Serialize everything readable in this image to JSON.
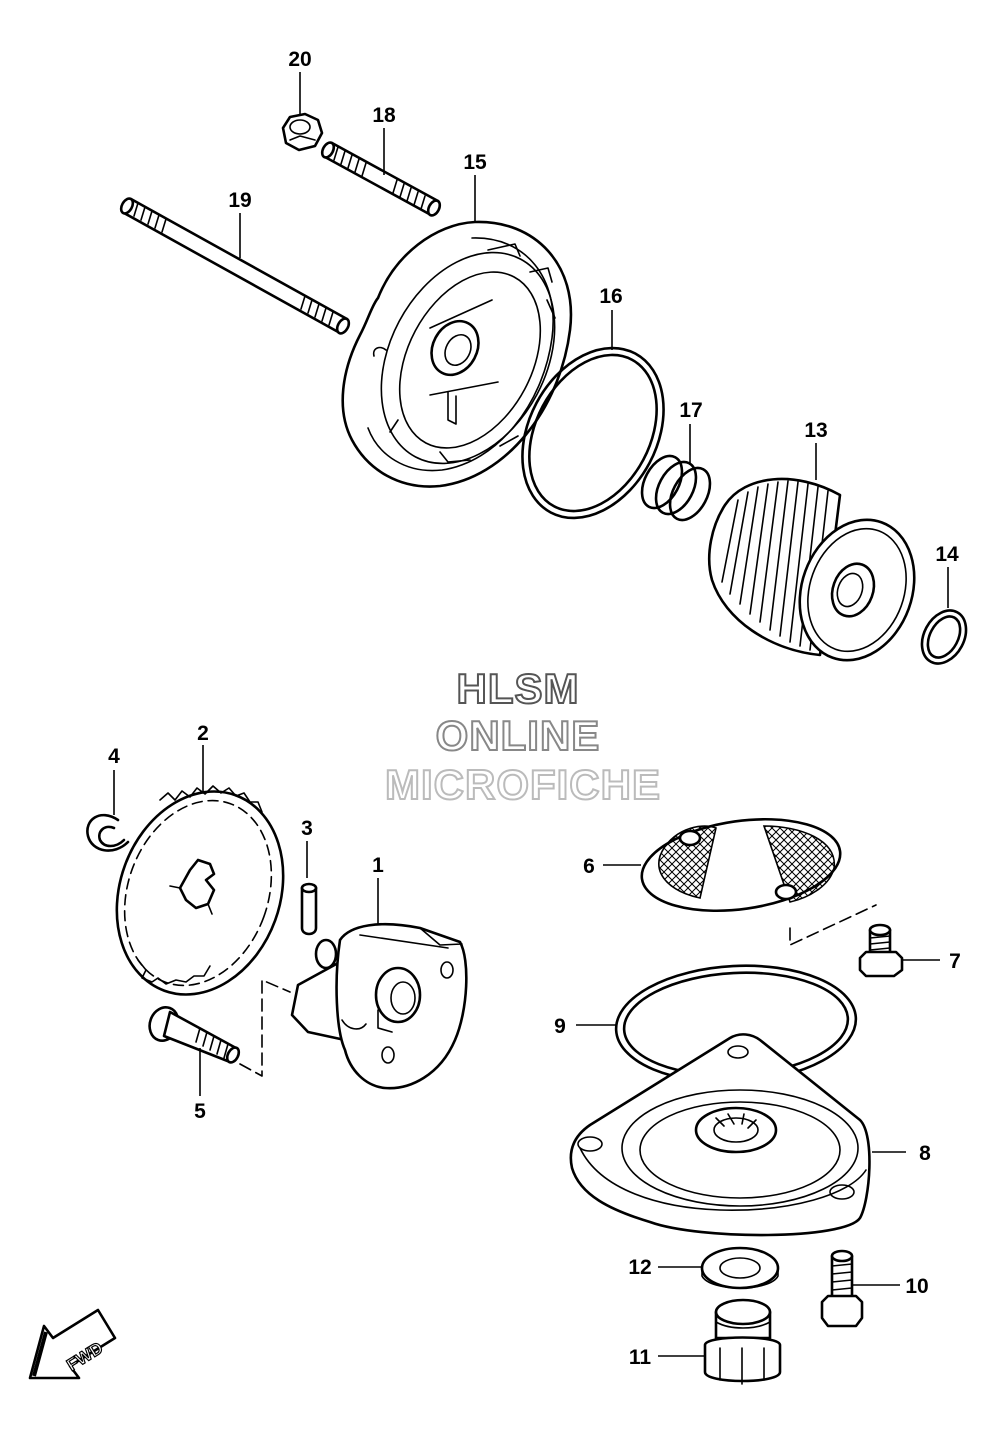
{
  "watermark": {
    "line1": "HLSM",
    "line2": "ONLINE",
    "line3": "MICROFICHE",
    "colors": [
      "#555555",
      "#888888",
      "#bbbbbb"
    ]
  },
  "direction_badge": {
    "label": "FWD",
    "icon": "arrow-down-left-icon"
  },
  "callouts": {
    "p1": "1",
    "p2": "2",
    "p3": "3",
    "p4": "4",
    "p5": "5",
    "p6": "6",
    "p7": "7",
    "p8": "8",
    "p9": "9",
    "p10": "10",
    "p11": "11",
    "p12": "12",
    "p13": "13",
    "p14": "14",
    "p15": "15",
    "p16": "16",
    "p17": "17",
    "p18": "18",
    "p19": "19",
    "p20": "20"
  }
}
